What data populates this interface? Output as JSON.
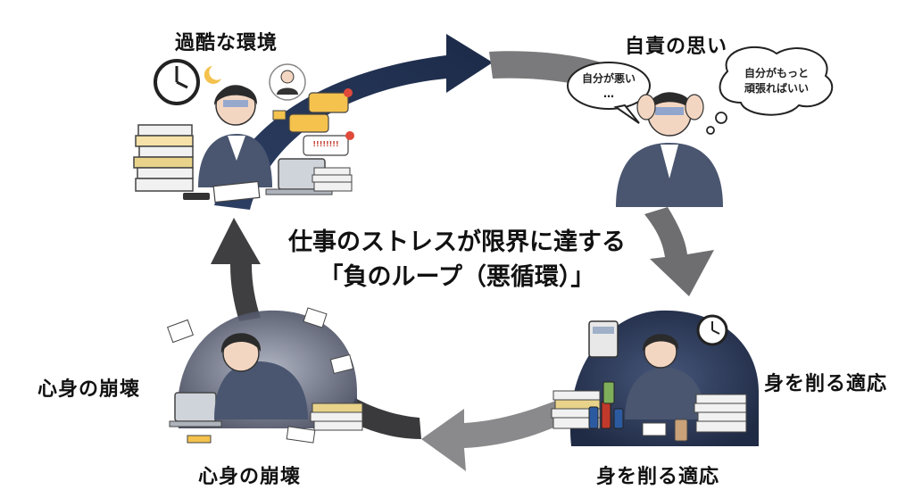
{
  "center_title": {
    "line1": "仕事のストレスが限界に達する",
    "line2": "「負のループ（悪循環）」"
  },
  "stages": {
    "harsh_environment": "過酷な環境",
    "self_blame": "自責の思い",
    "adaptation": "身を削る適応",
    "adaptation_bottom": "身を削る適応",
    "collapse": "心身の崩壊",
    "collapse_bottom": "心身の崩壊"
  },
  "speech_bubble": {
    "line1": "自分が悪い",
    "line2": "…"
  },
  "thought_bubble": {
    "line1": "自分がもっと",
    "line2": "頑張ればいい"
  },
  "notification_text": "!!!!!!!!",
  "colors": {
    "arrow_navy": "#1f2f4f",
    "arrow_gray": "#6e6e70",
    "arrow_light_gray": "#8a8a8c",
    "arrow_dark": "#3a3a3c",
    "suit": "#4a5670",
    "night_bg": "#2e3d5c",
    "chat_yellow": "#f4c24d"
  }
}
